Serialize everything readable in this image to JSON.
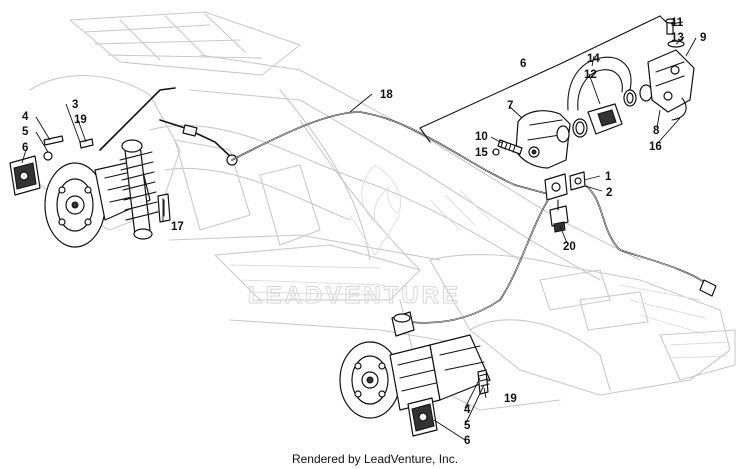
{
  "callouts": {
    "c1": "1",
    "c2": "2",
    "c3": "3",
    "c4a": "4",
    "c4b": "4",
    "c5a": "5",
    "c5b": "5",
    "c6a": "6",
    "c6b": "6",
    "c6c": "6",
    "c7": "7",
    "c8": "8",
    "c9": "9",
    "c10": "10",
    "c11": "11",
    "c12": "12",
    "c13": "13",
    "c14": "14",
    "c15": "15",
    "c16": "16",
    "c17": "17",
    "c18": "18",
    "c19a": "19",
    "c19b": "19",
    "c20": "20"
  },
  "watermark": {
    "text": "LEADVENTURE"
  },
  "footer": {
    "credit": "Rendered by LeadVenture, Inc."
  }
}
